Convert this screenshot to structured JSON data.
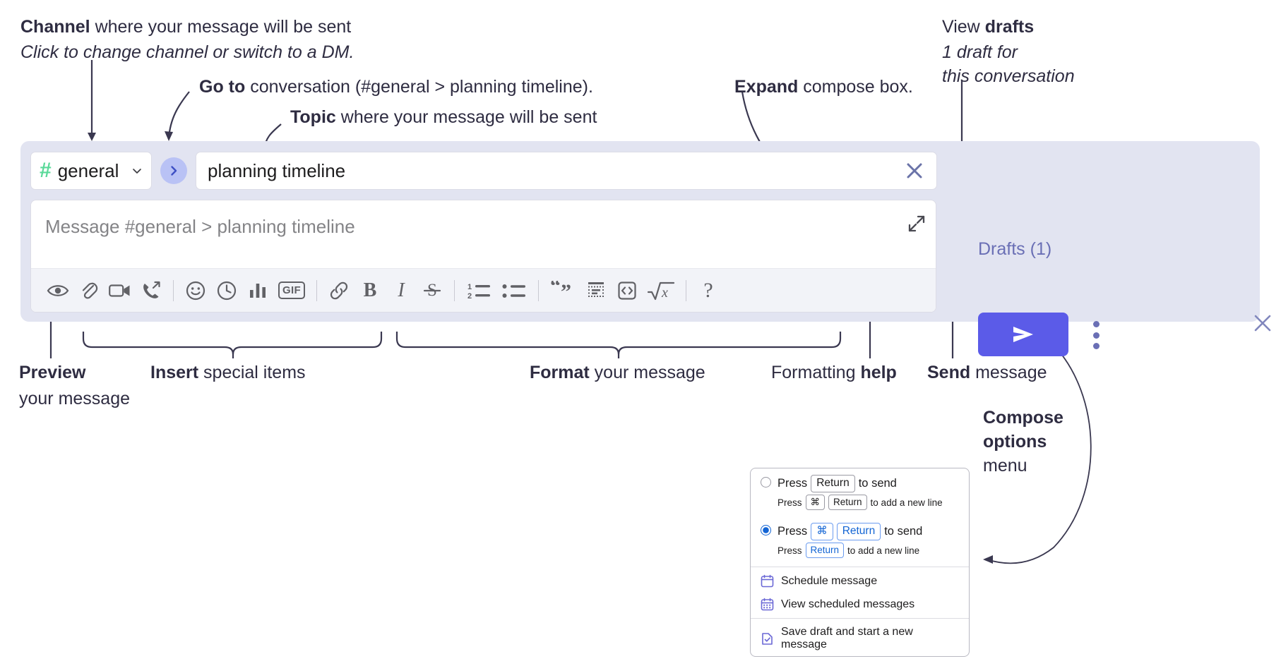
{
  "annotations": {
    "channel": {
      "bold": "Channel",
      "rest": " where your message will be sent",
      "italic": "Click to change channel or switch to a DM."
    },
    "goto": {
      "bold": "Go to",
      "rest": " conversation (#general > planning timeline)."
    },
    "topic": {
      "bold": "Topic",
      "rest": " where your message will be sent"
    },
    "expand": {
      "bold": "Expand",
      "rest": " compose box."
    },
    "drafts": {
      "plain": "View ",
      "bold": "drafts",
      "italic1": "1 draft for",
      "italic2": "this conversation"
    },
    "preview": {
      "bold": "Preview",
      "rest": "your message"
    },
    "insert": {
      "bold": "Insert",
      "rest": " special items"
    },
    "format": {
      "bold": "Format",
      "rest": " your message"
    },
    "formatting_help": {
      "plain": "Formatting ",
      "bold": "help"
    },
    "send": {
      "bold": "Send",
      "rest": " message"
    },
    "compose_options": {
      "bold1": "Compose",
      "bold2": "options",
      "rest": "menu"
    }
  },
  "compose": {
    "channel_label": "general",
    "channel_hash": "#",
    "topic_value": "planning timeline",
    "message_placeholder": "Message #general > planning timeline",
    "drafts_label": "Drafts (1)",
    "toolbar_left": [
      {
        "name": "preview-icon",
        "title": "Preview"
      },
      {
        "name": "attachment-icon",
        "title": "Attach file"
      },
      {
        "name": "video-icon",
        "title": "Record video clip"
      },
      {
        "name": "audio-call-icon",
        "title": "Record audio clip"
      }
    ],
    "toolbar_insert": [
      {
        "name": "emoji-icon",
        "title": "Emoji"
      },
      {
        "name": "clock-icon",
        "title": "Reminder"
      },
      {
        "name": "poll-icon",
        "title": "Poll"
      },
      {
        "name": "gif-icon",
        "title": "GIF",
        "label": "GIF"
      }
    ],
    "toolbar_format_a": [
      {
        "name": "link-icon",
        "title": "Link"
      },
      {
        "name": "bold-icon",
        "title": "Bold",
        "label": "B"
      },
      {
        "name": "italic-icon",
        "title": "Italic",
        "label": "I"
      },
      {
        "name": "strikethrough-icon",
        "title": "Strikethrough",
        "label": "S"
      }
    ],
    "toolbar_format_b": [
      {
        "name": "ordered-list-icon",
        "title": "Ordered list"
      },
      {
        "name": "bulleted-list-icon",
        "title": "Bulleted list"
      }
    ],
    "toolbar_format_c": [
      {
        "name": "blockquote-icon",
        "title": "Blockquote"
      },
      {
        "name": "code-block-icon",
        "title": "Code block"
      },
      {
        "name": "code-icon",
        "title": "Code"
      },
      {
        "name": "math-icon",
        "title": "Math"
      }
    ],
    "help_label": "?"
  },
  "options_menu": {
    "option1": {
      "selected": false,
      "prefix": "Press",
      "key1": "Return",
      "suffix": "to send",
      "sub_prefix": "Press",
      "sub_key1": "⌘",
      "sub_key2": "Return",
      "sub_suffix": "to add a new line"
    },
    "option2": {
      "selected": true,
      "prefix": "Press",
      "key1": "⌘",
      "key2": "Return",
      "suffix": "to send",
      "sub_prefix": "Press",
      "sub_key1": "Return",
      "sub_suffix": "to add a new line"
    },
    "items": [
      {
        "name": "schedule-message",
        "label": "Schedule message",
        "icon": "calendar-icon"
      },
      {
        "name": "view-scheduled-messages",
        "label": "View scheduled messages",
        "icon": "calendar-grid-icon"
      },
      {
        "name": "save-draft",
        "label": "Save draft and start a new message",
        "icon": "draft-check-icon"
      }
    ]
  },
  "colors": {
    "panel_bg": "#e2e4f1",
    "accent_purple": "#5b5be8",
    "drafts_text": "#6a6fb5",
    "channel_hash_green": "#5ad999",
    "goto_circle": "#b9c2f5",
    "toolbar_bg": "#f2f3f8",
    "radio_blue": "#1264d4"
  }
}
